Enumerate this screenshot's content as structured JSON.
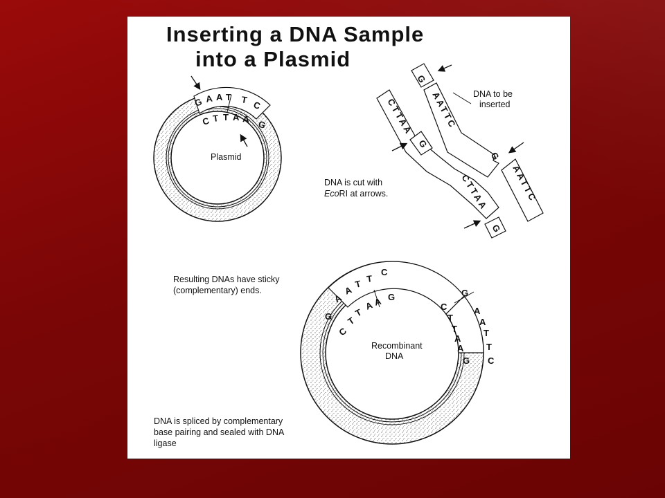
{
  "diagram": {
    "title_line1": "Inserting a DNA Sample",
    "title_line2": "into a Plasmid",
    "plasmid_label": "Plasmid",
    "dna_insert_label_line1": "DNA to be",
    "dna_insert_label_line2": "inserted",
    "cut_note_line1": "DNA is cut with",
    "cut_note_line2_italic": "Eco",
    "cut_note_line2_rest": "RI at arrows.",
    "sticky_note_line1": "Resulting DNAs have sticky",
    "sticky_note_line2": "(complementary) ends.",
    "recombinant_label_line1": "Recombinant",
    "recombinant_label_line2": "DNA",
    "splice_note_line1": "DNA is spliced by complementary",
    "splice_note_line2": "base pairing and sealed with DNA",
    "splice_note_line3": "ligase",
    "plasmid_outer_bases": [
      "G",
      "A",
      "A",
      "T",
      "T",
      "C"
    ],
    "plasmid_inner_bases": [
      "C",
      "T",
      "T",
      "A",
      "A",
      "G"
    ],
    "strand_seq_top": "AATTC",
    "strand_seq_bottom": "CTTAA",
    "strand_g": "G",
    "recomb_outer_left": [
      "G",
      "A",
      "A",
      "T",
      "T",
      "C"
    ],
    "recomb_inner_left": [
      "C",
      "T",
      "T",
      "A",
      "A",
      "G"
    ],
    "recomb_outer_right": [
      "G",
      "A",
      "A",
      "T",
      "T",
      "C"
    ],
    "recomb_inner_right": [
      "C",
      "T",
      "T",
      "A",
      "A",
      "G"
    ]
  },
  "colors": {
    "slide_background": "#ffffff",
    "frame_background": "#7a0606",
    "ink": "#111111"
  }
}
